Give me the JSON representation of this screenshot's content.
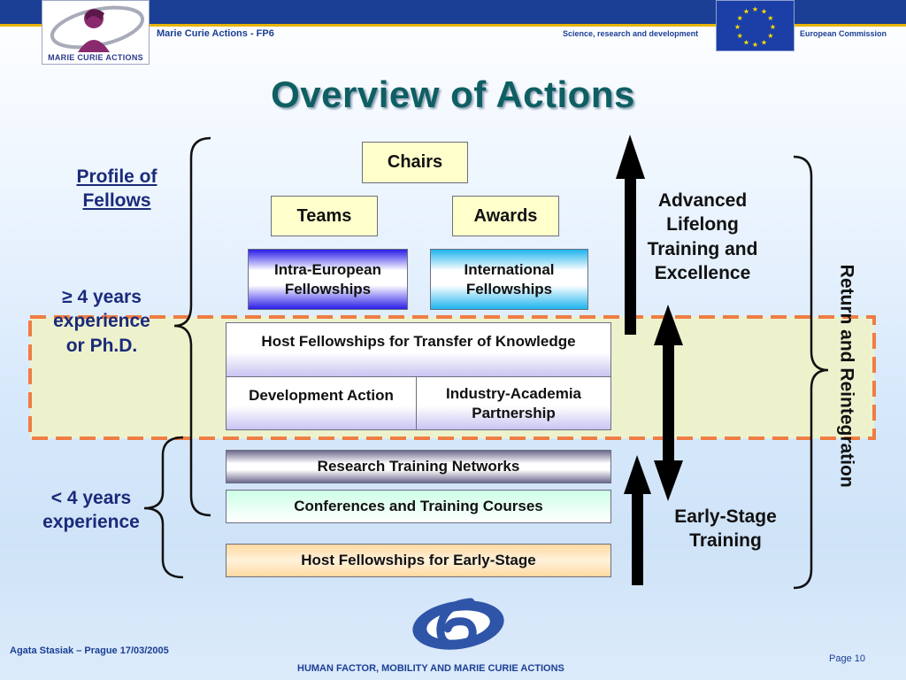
{
  "header": {
    "program": "Marie Curie Actions -  FP6",
    "science": "Science, research and development",
    "commission": "European Commission",
    "logo_text": "MARIE CURIE ACTIONS"
  },
  "title": "Overview of Actions",
  "left_labels": {
    "profile": "Profile of Fellows",
    "profile_line1": "Profile of",
    "profile_line2": "Fellows",
    "senior_line1": "≥ 4 years",
    "senior_line2": "experience",
    "senior_line3": "or Ph.D.",
    "junior_line1": "< 4 years",
    "junior_line2": "experience"
  },
  "boxes": {
    "chairs": "Chairs",
    "teams": "Teams",
    "awards": "Awards",
    "intra_line1": "Intra-European",
    "intra_line2": "Fellowships",
    "intl_line1": "International",
    "intl_line2": "Fellowships",
    "host_tok": "Host Fellowships for Transfer of Knowledge",
    "dev_action": "Development Action",
    "iap_line1": "Industry-Academia",
    "iap_line2": "Partnership",
    "rtn": "Research Training Networks",
    "conf": "Conferences and Training Courses",
    "host_early": "Host Fellowships for Early-Stage"
  },
  "right_labels": {
    "advanced_line1": "Advanced",
    "advanced_line2": "Lifelong",
    "advanced_line3": "Training and",
    "advanced_line4": "Excellence",
    "early_line1": "Early-Stage",
    "early_line2": "Training",
    "return": "Return and Reintegration"
  },
  "footer": {
    "author": "Agata Stasiak – Prague 17/03/2005",
    "page": "Page 10",
    "bottom": "HUMAN FACTOR, MOBILITY AND MARIE CURIE ACTIONS"
  },
  "colors": {
    "header_blue": "#1b3f95",
    "title_teal": "#0e5f62",
    "label_navy": "#1a2a7a",
    "dashed_orange": "#ef7d44",
    "band_fill": "#eef2cc",
    "chairs_fill": "#ffffcc",
    "host_early_fill": "#ffd9a0",
    "conf_fill": "#ccffe6"
  }
}
